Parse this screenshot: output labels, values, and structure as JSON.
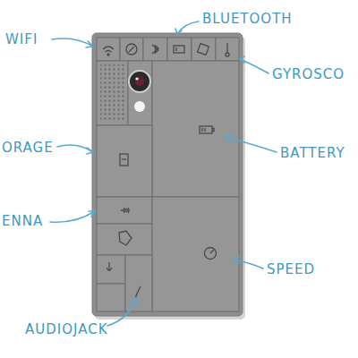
{
  "diagram": {
    "labels": [
      "WIFI",
      "BLUETOOTH",
      "GYROSCO",
      "ORAGE",
      "BATTERY",
      "ENNA",
      "SPEED",
      "AUDIOJACK"
    ]
  }
}
